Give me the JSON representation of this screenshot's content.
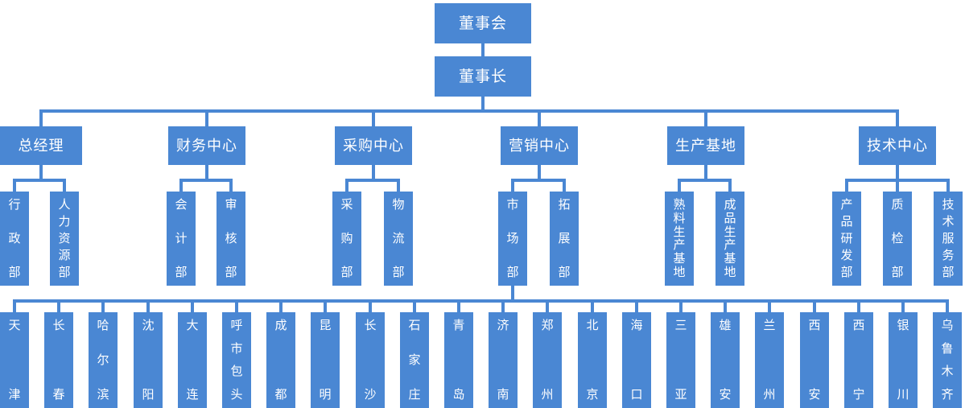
{
  "theme": {
    "box_fill": "#4a87d3",
    "line_color": "#4a87d3",
    "text_color": "#ffffff",
    "background": "#ffffff"
  },
  "diagram": {
    "type": "organizational-chart",
    "orientation": "top-down",
    "levels": 4
  },
  "level1": [
    {
      "id": "board",
      "label": "董事会"
    },
    {
      "id": "chairman",
      "label": "董事长"
    }
  ],
  "level2": [
    {
      "id": "gm",
      "label": "总经理"
    },
    {
      "id": "finance",
      "label": "财务中心"
    },
    {
      "id": "procurement",
      "label": "采购中心"
    },
    {
      "id": "marketing",
      "label": "营销中心"
    },
    {
      "id": "production",
      "label": "生产基地"
    },
    {
      "id": "technology",
      "label": "技术中心"
    }
  ],
  "level3": [
    {
      "id": "admin",
      "parent": "gm",
      "label": "行政部"
    },
    {
      "id": "hr",
      "parent": "gm",
      "label": "人力资源部"
    },
    {
      "id": "accounting",
      "parent": "finance",
      "label": "会计部"
    },
    {
      "id": "audit",
      "parent": "finance",
      "label": "审核部"
    },
    {
      "id": "purchasing",
      "parent": "procurement",
      "label": "采购部"
    },
    {
      "id": "logistics",
      "parent": "procurement",
      "label": "物流部"
    },
    {
      "id": "market",
      "parent": "marketing",
      "label": "市场部"
    },
    {
      "id": "expansion",
      "parent": "marketing",
      "label": "拓展部"
    },
    {
      "id": "clinker",
      "parent": "production",
      "label": "熟料生产基地"
    },
    {
      "id": "finished",
      "parent": "production",
      "label": "成品生产基地"
    },
    {
      "id": "rnd",
      "parent": "technology",
      "label": "产品研发部"
    },
    {
      "id": "qc",
      "parent": "technology",
      "label": "质检部"
    },
    {
      "id": "techsvc",
      "parent": "technology",
      "label": "技术服务部"
    }
  ],
  "level4_parent": "market",
  "level4": [
    {
      "id": "tianjin",
      "label": "天津"
    },
    {
      "id": "changchun",
      "label": "长春"
    },
    {
      "id": "harbin",
      "label": "哈尔滨"
    },
    {
      "id": "shenyang",
      "label": "沈阳"
    },
    {
      "id": "dalian",
      "label": "大连"
    },
    {
      "id": "hohhot-baotou",
      "label": "呼市包头"
    },
    {
      "id": "chengdu",
      "label": "成都"
    },
    {
      "id": "kunming",
      "label": "昆明"
    },
    {
      "id": "changsha",
      "label": "长沙"
    },
    {
      "id": "shijiazhuang",
      "label": "石家庄"
    },
    {
      "id": "qingdao",
      "label": "青岛"
    },
    {
      "id": "jinan",
      "label": "济南"
    },
    {
      "id": "zhengzhou",
      "label": "郑州"
    },
    {
      "id": "beijing",
      "label": "北京"
    },
    {
      "id": "haikou",
      "label": "海口"
    },
    {
      "id": "sanya",
      "label": "三亚"
    },
    {
      "id": "xiongan",
      "label": "雄安"
    },
    {
      "id": "lanzhou",
      "label": "兰州"
    },
    {
      "id": "xian",
      "label": "西安"
    },
    {
      "id": "xining",
      "label": "西宁"
    },
    {
      "id": "yinchuan",
      "label": "银川"
    },
    {
      "id": "urumqi",
      "label": "乌鲁木齐"
    }
  ]
}
